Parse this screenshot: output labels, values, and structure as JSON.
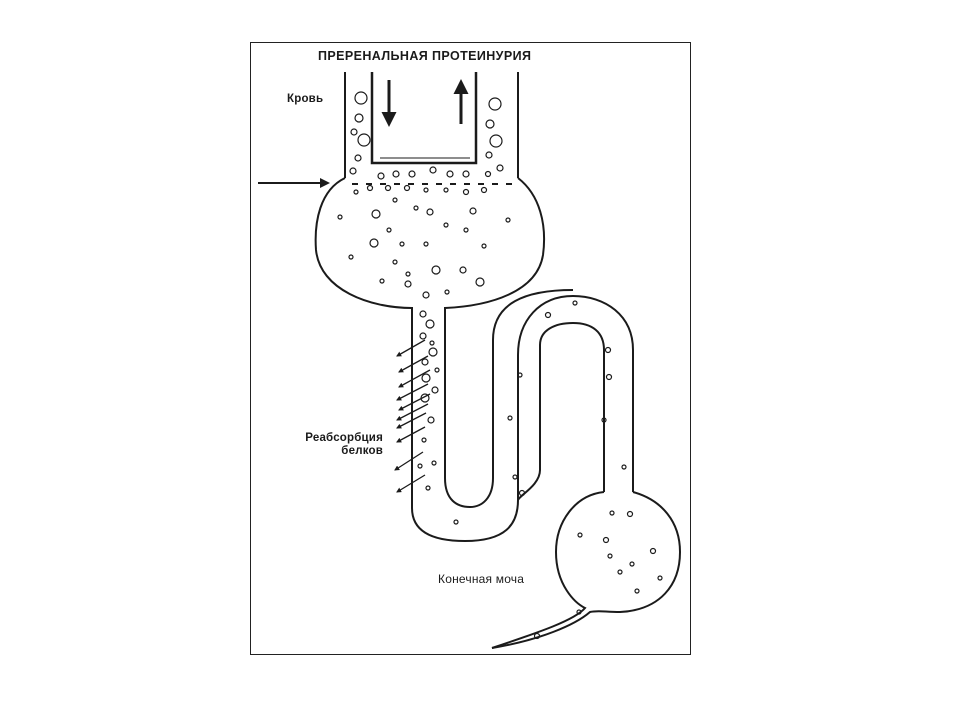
{
  "diagram": {
    "title": "ПРЕРЕНАЛЬНАЯ ПРОТЕИНУРИЯ",
    "labels": {
      "blood": "Кровь",
      "reabsorption_line1": "Реабсорбция",
      "reabsorption_line2": "белков",
      "final_urine": "Конечная моча"
    },
    "colors": {
      "ink": "#1b1b1b",
      "background": "#ffffff"
    }
  }
}
